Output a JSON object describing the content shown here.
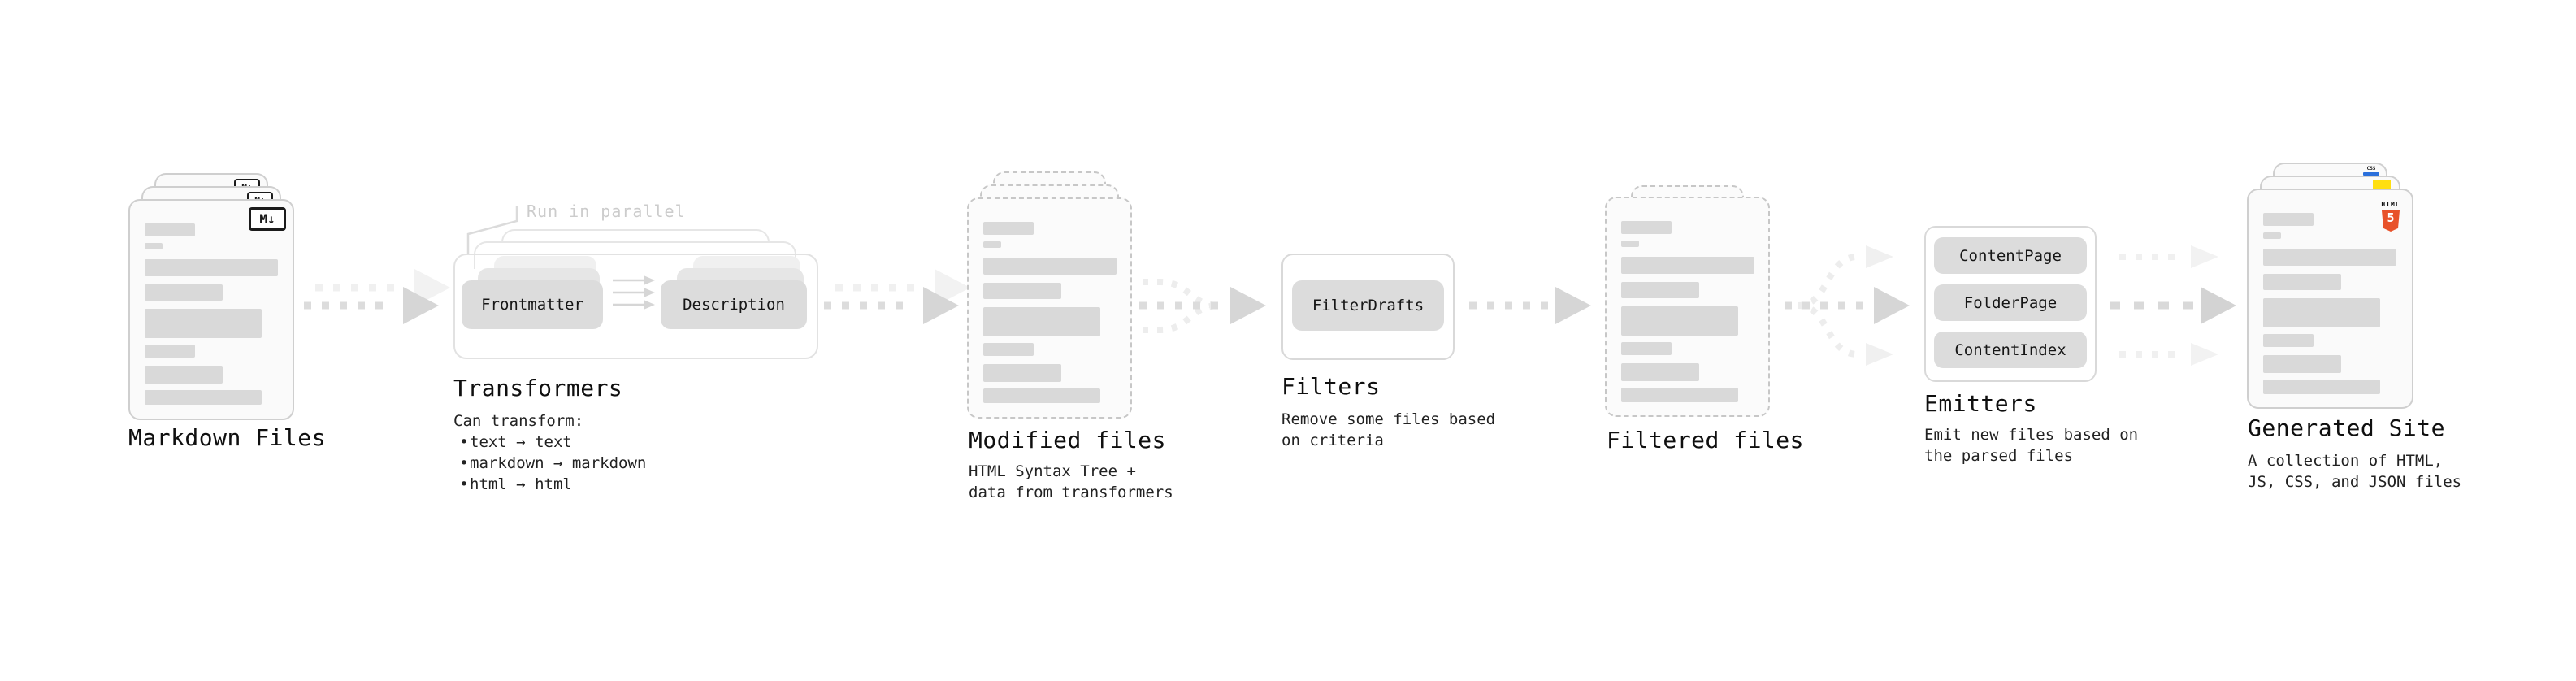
{
  "stages": {
    "markdown": {
      "title": "Markdown Files"
    },
    "transformers": {
      "title": "Transformers",
      "note": "Run in parallel",
      "chip1": "Frontmatter",
      "chip2": "Description",
      "desc_heading": "Can transform:",
      "bullet": "•",
      "bullets": [
        "text → text",
        "markdown → markdown",
        "html → html"
      ]
    },
    "modified": {
      "title": "Modified files",
      "desc_line1": "HTML Syntax Tree +",
      "desc_line2": "data from transformers"
    },
    "filters": {
      "title": "Filters",
      "chip": "FilterDrafts",
      "desc_line1": "Remove some files based",
      "desc_line2": "on criteria"
    },
    "filtered": {
      "title": "Filtered files"
    },
    "emitters": {
      "title": "Emitters",
      "chips": [
        "ContentPage",
        "FolderPage",
        "ContentIndex"
      ],
      "desc_line1": "Emit new files based on",
      "desc_line2": "the parsed files"
    },
    "generated": {
      "title": "Generated Site",
      "desc_line1": "A collection of HTML,",
      "desc_line2": "JS, CSS, and JSON files"
    }
  },
  "icons": {
    "markdown_badge": "M↓",
    "html5_text": "HTML",
    "html5_five": "5",
    "css_text": "CSS"
  },
  "colors": {
    "html5_orange": "#e8522a",
    "js_yellow": "#ffdf10",
    "css_blue": "#2a6fdb",
    "chip_gray": "#dcdcdc",
    "arrow_gray": "#d8d8d8"
  }
}
